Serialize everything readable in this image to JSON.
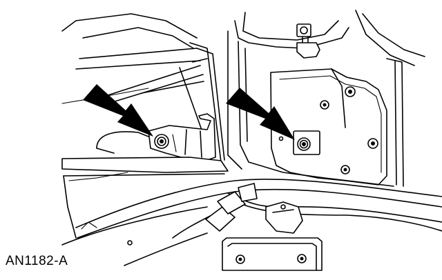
{
  "figure": {
    "id_label": "AN1182-A"
  },
  "callouts": [
    {
      "name": "left-fastener-arrow",
      "points_to": "left-bracket-bolt"
    },
    {
      "name": "right-fastener-arrow",
      "points_to": "right-module-bolt"
    }
  ],
  "colors": {
    "line": "#000000",
    "background": "#ffffff"
  }
}
